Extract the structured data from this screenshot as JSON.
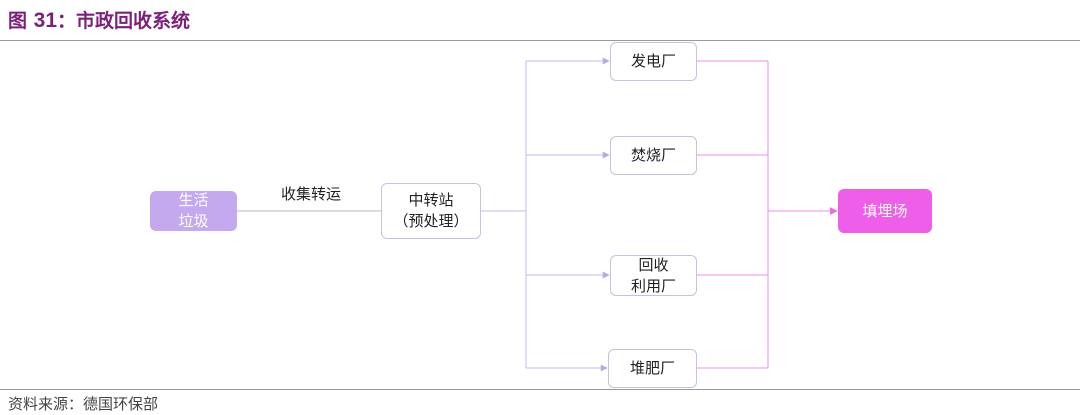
{
  "figure": {
    "label": "图",
    "number": "31",
    "colon": "：",
    "title": "市政回收系统",
    "source": "资料来源：德国环保部"
  },
  "diagram": {
    "nodes": {
      "household_waste": {
        "line1": "生活",
        "line2": "垃圾"
      },
      "transfer_station": {
        "line1": "中转站",
        "line2": "（预处理）"
      },
      "power_plant": {
        "label": "发电厂"
      },
      "incineration_plant": {
        "label": "焚烧厂"
      },
      "recycling_plant": {
        "line1": "回收",
        "line2": "利用厂"
      },
      "compost_plant": {
        "label": "堆肥厂"
      },
      "landfill": {
        "label": "填埋场"
      }
    },
    "edges": {
      "collection_label": "收集转运"
    }
  },
  "colors": {
    "source_node": "#c4a9ee",
    "destination_node": "#ef5ee8",
    "branch_line": "#c7b9ec",
    "merge_line": "#f08ce8",
    "title_color": "#7b1f7a"
  }
}
